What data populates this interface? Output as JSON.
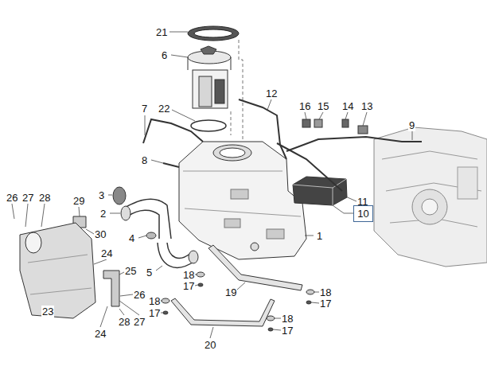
{
  "diagram": {
    "nodes": [
      {
        "text": [
          "10"
        ]
      }
    ],
    "labels": [
      "21",
      "6",
      "7",
      "22",
      "12",
      "16",
      "15",
      "14",
      "13",
      "9",
      "8",
      "3",
      "26",
      "27",
      "28",
      "29",
      "11",
      "2",
      "30",
      "1",
      "4",
      "24",
      "25",
      "5",
      "18",
      "17",
      "19",
      "18",
      "26",
      "18",
      "17",
      "23",
      "17",
      "18",
      "28",
      "27",
      "17",
      "24",
      "20"
    ]
  }
}
